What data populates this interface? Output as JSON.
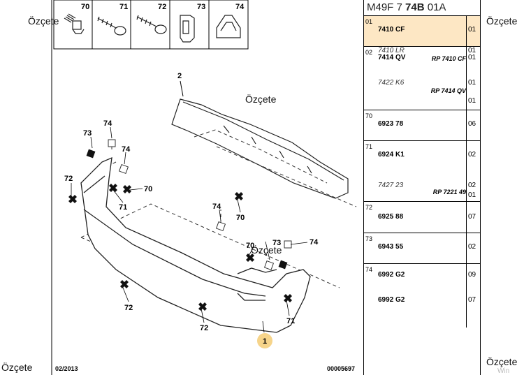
{
  "diagram": {
    "callouts": {
      "c70": "70",
      "c71": "71",
      "c72": "72",
      "c73": "73",
      "c74": "74"
    },
    "parts_top_row": [
      "70",
      "71",
      "72",
      "73",
      "74"
    ],
    "labels": {
      "l2": "2",
      "l73a": "73",
      "l74a": "74",
      "l74b": "74",
      "l72a": "72",
      "l71a": "71",
      "l70a": "70",
      "l74c": "74",
      "l70b": "70",
      "l70c": "70",
      "l73b": "73",
      "l74d": "74",
      "l72b": "72",
      "l72c": "72",
      "l71b": "71",
      "l1": "1"
    },
    "footer_date": "02/2013",
    "footer_code": "00005697"
  },
  "overlay": {
    "delete_label": "Özçete"
  },
  "parts": {
    "header_prefix": "M49F 7 ",
    "header_bold": "74B",
    "header_suffix": " 01A",
    "groups": [
      {
        "num": "01",
        "lines": [
          {
            "pn": "7410 CF",
            "style": "bold",
            "rp": "",
            "qty": "01"
          },
          {
            "pn": "7410 LR",
            "style": "alt",
            "rp": "RP 7410 CF",
            "qty": "01"
          }
        ]
      },
      {
        "num": "02",
        "lines": [
          {
            "pn": "7414 QV",
            "style": "bold",
            "rp": "",
            "qty": "01"
          },
          {
            "pn": "7422 K6",
            "style": "alt",
            "rp": "RP 7414 QV",
            "qty": "01"
          }
        ]
      },
      {
        "num": "70",
        "lines": [
          {
            "pn": "6923 78",
            "style": "bold",
            "rp": "",
            "qty": "06"
          }
        ]
      },
      {
        "num": "71",
        "lines": [
          {
            "pn": "6924 K1",
            "style": "bold",
            "rp": "",
            "qty": "02"
          },
          {
            "pn": "7427 23",
            "style": "alt",
            "rp": "RP 7221 49",
            "qty": "02"
          }
        ]
      },
      {
        "num": "72",
        "lines": [
          {
            "pn": "6925 88",
            "style": "bold",
            "rp": "",
            "qty": "07"
          }
        ]
      },
      {
        "num": "73",
        "lines": [
          {
            "pn": "6943 55",
            "style": "bold",
            "rp": "",
            "qty": "02"
          }
        ]
      },
      {
        "num": "74",
        "lines": [
          {
            "pn": "6992 G2",
            "style": "bold",
            "rp": "",
            "qty": "09"
          },
          {
            "pn": "6992 G2",
            "style": "bold",
            "rp": "",
            "qty": "07"
          }
        ]
      }
    ],
    "extra_qty": "01"
  },
  "watermark": "Win"
}
